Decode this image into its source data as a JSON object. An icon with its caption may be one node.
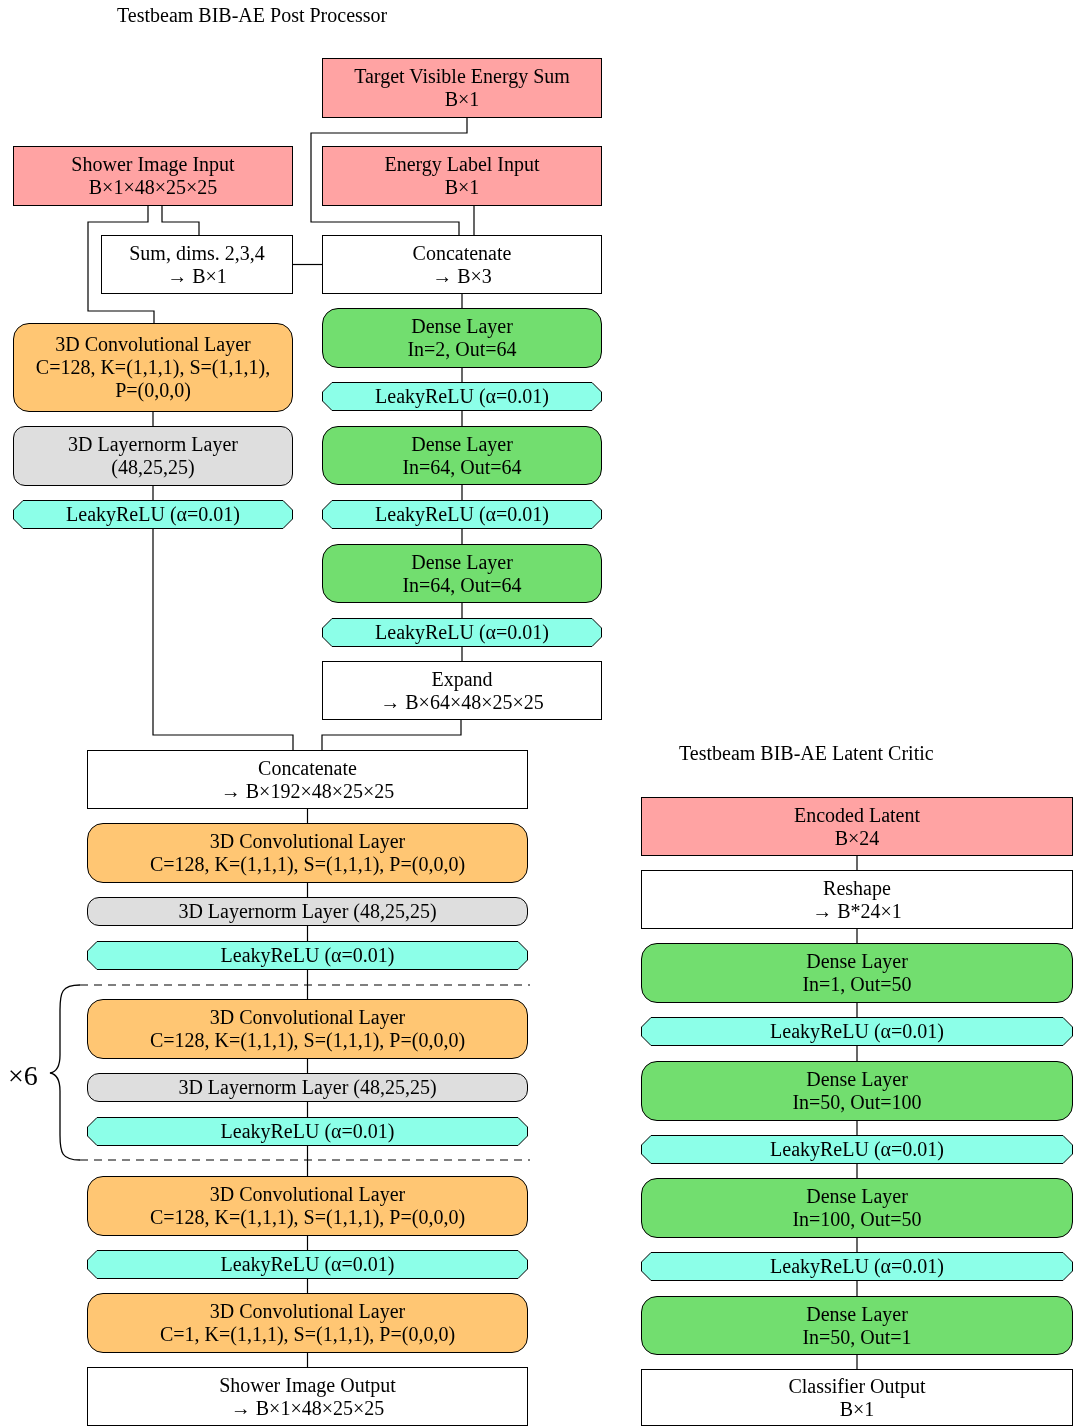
{
  "diagram": {
    "nodes": [
      {
        "text": [
          "Target Visible Energy Sum",
          "B×1"
        ]
      },
      {
        "text": [
          "Shower Image Input",
          "B×1×48×25×25"
        ]
      },
      {
        "text": [
          "Energy Label Input",
          "B×1"
        ]
      },
      {
        "text": [
          "Sum, dims. 2,3,4",
          "→ B×1"
        ]
      },
      {
        "text": [
          "Concatenate",
          "→ B×3"
        ]
      },
      {
        "text": [
          "3D Convolutional Layer",
          "C=128, K=(1,1,1), S=(1,1,1), P=(0,0,0)"
        ]
      },
      {
        "text": [
          "Dense Layer",
          "In=2, Out=64"
        ]
      },
      {
        "text": [
          "3D Layernorm Layer",
          "(48,25,25)"
        ]
      },
      {
        "text": [
          "LeakyReLU (α=0.01)"
        ]
      },
      {
        "text": [
          "LeakyReLU (α=0.01)"
        ]
      },
      {
        "text": [
          "Dense Layer",
          "In=64, Out=64"
        ]
      },
      {
        "text": [
          "LeakyReLU (α=0.01)"
        ]
      },
      {
        "text": [
          "Dense Layer",
          "In=64, Out=64"
        ]
      },
      {
        "text": [
          "LeakyReLU (α=0.01)"
        ]
      },
      {
        "text": [
          "Expand",
          "→ B×64×48×25×25"
        ]
      },
      {
        "text": [
          "Concatenate",
          "→ B×192×48×25×25"
        ]
      },
      {
        "text": [
          "3D Convolutional Layer",
          "C=128, K=(1,1,1), S=(1,1,1), P=(0,0,0)"
        ]
      },
      {
        "text": [
          "3D Layernorm Layer (48,25,25)"
        ]
      },
      {
        "text": [
          "LeakyReLU (α=0.01)"
        ]
      },
      {
        "text": [
          "3D Convolutional Layer",
          "C=128, K=(1,1,1), S=(1,1,1), P=(0,0,0)"
        ]
      },
      {
        "text": [
          "3D Layernorm Layer (48,25,25)"
        ]
      },
      {
        "text": [
          "LeakyReLU (α=0.01)"
        ]
      },
      {
        "text": [
          "3D Convolutional Layer",
          "C=128, K=(1,1,1), S=(1,1,1), P=(0,0,0)"
        ]
      },
      {
        "text": [
          "LeakyReLU (α=0.01)"
        ]
      },
      {
        "text": [
          "3D Convolutional Layer",
          "C=1, K=(1,1,1), S=(1,1,1), P=(0,0,0)"
        ]
      },
      {
        "text": [
          "Shower Image Output",
          "→ B×1×48×25×25"
        ]
      },
      {
        "text": [
          "Encoded Latent",
          "B×24"
        ]
      },
      {
        "text": [
          "Reshape",
          "→ B*24×1"
        ]
      },
      {
        "text": [
          "Dense Layer",
          "In=1, Out=50"
        ]
      },
      {
        "text": [
          "LeakyReLU (α=0.01)"
        ]
      },
      {
        "text": [
          "Dense Layer",
          "In=50, Out=100"
        ]
      },
      {
        "text": [
          "LeakyReLU (α=0.01)"
        ]
      },
      {
        "text": [
          "Dense Layer",
          "In=100, Out=50"
        ]
      },
      {
        "text": [
          "LeakyReLU (α=0.01)"
        ]
      },
      {
        "text": [
          "Dense Layer",
          "In=50, Out=1"
        ]
      },
      {
        "text": [
          "Classifier Output",
          "B×1"
        ]
      }
    ],
    "edges": [
      {
        "from": 0,
        "to": 4,
        "arrow": "none"
      },
      {
        "from": 2,
        "to": 4,
        "arrow": "none"
      },
      {
        "from": 1,
        "to": 3,
        "arrow": "none"
      },
      {
        "from": 1,
        "to": 5,
        "arrow": "none"
      },
      {
        "from": 3,
        "to": 4,
        "arrow": "none"
      },
      {
        "from": 4,
        "to": 6,
        "arrow": "none"
      },
      {
        "from": 6,
        "to": 9,
        "arrow": "none"
      },
      {
        "from": 9,
        "to": 10,
        "arrow": "none"
      },
      {
        "from": 10,
        "to": 11,
        "arrow": "none"
      },
      {
        "from": 11,
        "to": 12,
        "arrow": "none"
      },
      {
        "from": 12,
        "to": 13,
        "arrow": "none"
      },
      {
        "from": 13,
        "to": 14,
        "arrow": "none"
      },
      {
        "from": 5,
        "to": 7,
        "arrow": "none"
      },
      {
        "from": 7,
        "to": 8,
        "arrow": "none"
      },
      {
        "from": 8,
        "to": 15,
        "arrow": "none"
      },
      {
        "from": 14,
        "to": 15,
        "arrow": "none"
      },
      {
        "from": 15,
        "to": 16,
        "arrow": "none"
      },
      {
        "from": 16,
        "to": 17,
        "arrow": "none"
      },
      {
        "from": 17,
        "to": 18,
        "arrow": "none"
      },
      {
        "from": 18,
        "to": 19,
        "arrow": "none"
      },
      {
        "from": 19,
        "to": 20,
        "arrow": "none"
      },
      {
        "from": 20,
        "to": 21,
        "arrow": "none"
      },
      {
        "from": 21,
        "to": 22,
        "arrow": "none"
      },
      {
        "from": 22,
        "to": 23,
        "arrow": "none"
      },
      {
        "from": 23,
        "to": 24,
        "arrow": "none"
      },
      {
        "from": 24,
        "to": 25,
        "arrow": "none"
      },
      {
        "from": 26,
        "to": 27,
        "arrow": "none"
      },
      {
        "from": 27,
        "to": 28,
        "arrow": "none"
      },
      {
        "from": 28,
        "to": 29,
        "arrow": "none"
      },
      {
        "from": 29,
        "to": 30,
        "arrow": "none"
      },
      {
        "from": 30,
        "to": 31,
        "arrow": "none"
      },
      {
        "from": 31,
        "to": 32,
        "arrow": "none"
      },
      {
        "from": 32,
        "to": 33,
        "arrow": "none"
      },
      {
        "from": 33,
        "to": 34,
        "arrow": "none"
      },
      {
        "from": 34,
        "to": 35,
        "arrow": "none"
      }
    ],
    "labels": [
      "Testbeam BIB-AE Post Processor",
      "Testbeam BIB-AE Latent Critic",
      "×6"
    ]
  }
}
